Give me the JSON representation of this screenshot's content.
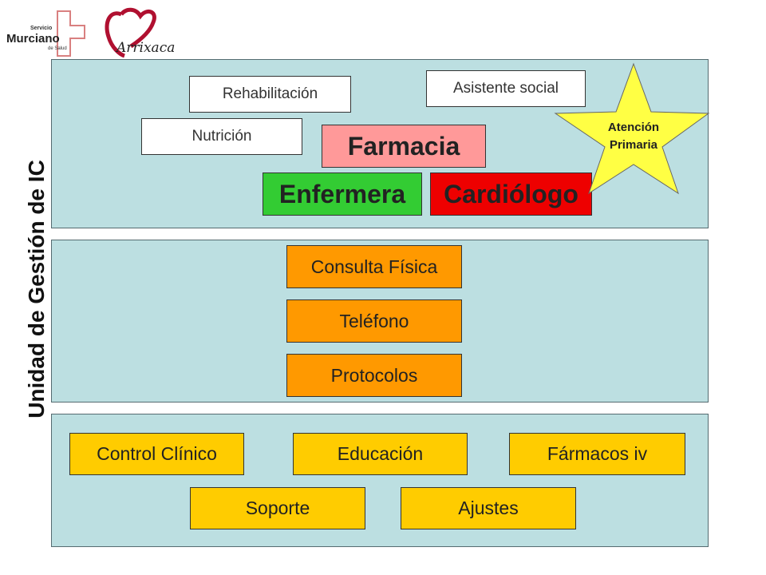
{
  "logos": {
    "smc": {
      "line1": "Servicio",
      "line2": "Murciano",
      "line3": "de Salud"
    },
    "arrixaca": {
      "text": "Arrixaca"
    }
  },
  "side_title": "Unidad de Gestión de IC",
  "top_panel": {
    "rehabilitacion": "Rehabilitación",
    "asistente_social": "Asistente social",
    "nutricion": "Nutrición",
    "farmacia": "Farmacia",
    "enfermera": "Enfermera",
    "cardiologo": "Cardiólogo",
    "star_line1": "Atención",
    "star_line2": "Primaria"
  },
  "middle_panel": {
    "consulta": "Consulta Física",
    "telefono": "Teléfono",
    "protocolos": "Protocolos"
  },
  "bottom_panel": {
    "control": "Control Clínico",
    "educacion": "Educación",
    "farmacos": "Fármacos iv",
    "soporte": "Soporte",
    "ajustes": "Ajustes"
  },
  "colors": {
    "panel_bg": "#bcdfe1",
    "farmacia": "#ff9999",
    "enfermera": "#33cc33",
    "cardiologo": "#ee0000",
    "orange": "#ff9900",
    "yellow": "#ffcc00",
    "star": "#ffff44"
  }
}
